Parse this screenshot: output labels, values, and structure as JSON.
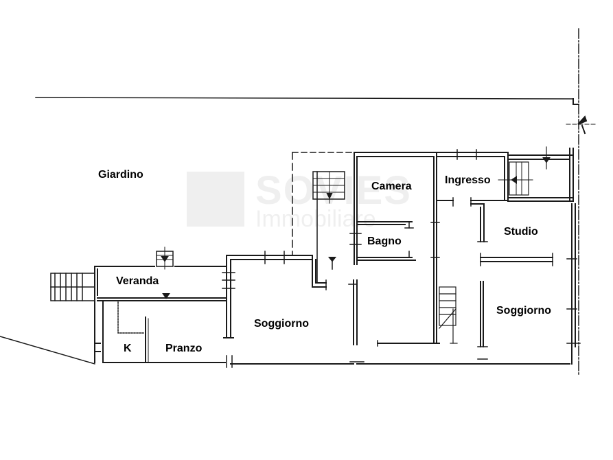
{
  "watermark": {
    "title": "SOVIES",
    "subtitle": "Immobiliare"
  },
  "rooms": {
    "giardino": "Giardino",
    "camera": "Camera",
    "ingresso": "Ingresso",
    "bagno": "Bagno",
    "studio": "Studio",
    "veranda": "Veranda",
    "soggiorno_center": "Soggiorno",
    "soggiorno_right": "Soggiorno",
    "k": "K",
    "pranzo": "Pranzo"
  },
  "colors": {
    "line": "#1a1a1a",
    "background": "#ffffff"
  }
}
